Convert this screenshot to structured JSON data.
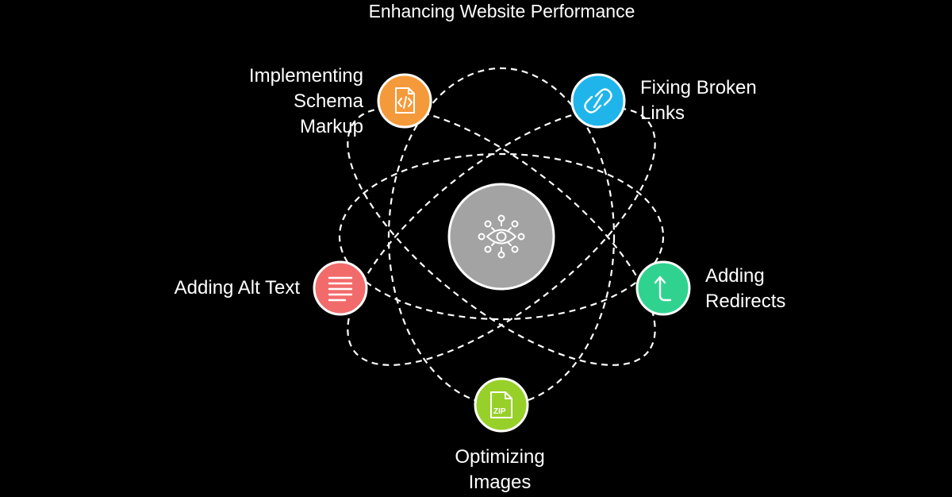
{
  "title": "Enhancing Website Performance",
  "center": {
    "icon": "eye-network-icon",
    "color": "#a3a3a3"
  },
  "nodes": [
    {
      "key": "schema",
      "lines": [
        "Implementing",
        "Schema",
        "Markup"
      ],
      "icon": "code-file-icon",
      "color": "#f59a3b"
    },
    {
      "key": "links",
      "lines": [
        "Fixing Broken",
        "Links"
      ],
      "icon": "broken-link-icon",
      "color": "#1fb5ea"
    },
    {
      "key": "alt",
      "lines": [
        "Adding Alt Text"
      ],
      "icon": "text-lines-icon",
      "color": "#f26b6b"
    },
    {
      "key": "redirects",
      "lines": [
        "Adding",
        "Redirects"
      ],
      "icon": "redirect-arrow-icon",
      "color": "#2fd38f"
    },
    {
      "key": "images",
      "lines": [
        "Optimizing",
        "Images"
      ],
      "icon": "zip-file-icon",
      "color": "#98d02a"
    }
  ]
}
